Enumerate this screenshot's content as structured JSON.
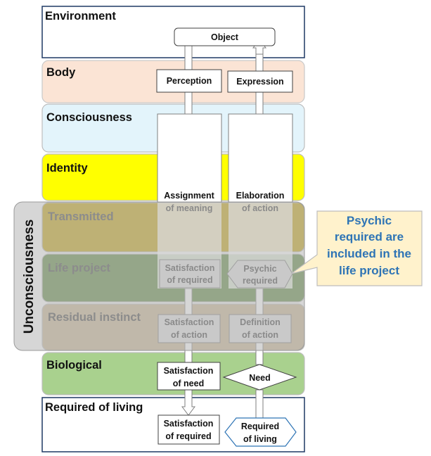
{
  "layers": {
    "environment": "Environment",
    "body": "Body",
    "consciousness": "Consciousness",
    "identity": "Identity",
    "transmitted": "Transmitted",
    "life_project": "Life project",
    "residual_instinct": "Residual instinct",
    "biological": "Biological",
    "required_of_living": "Required of living"
  },
  "side_label": "Unconsciousness",
  "boxes": {
    "object": "Object",
    "perception": "Perception",
    "expression": "Expression",
    "assignment_1": "Assignment",
    "assignment_2": "of meaning",
    "elaboration_1": "Elaboration",
    "elaboration_2": "of action",
    "sat_required_1": "Satisfaction",
    "sat_required_2": "of required",
    "psychic_req_1": "Psychic",
    "psychic_req_2": "required",
    "sat_action_1": "Satisfaction",
    "sat_action_2": "of action",
    "def_action_1": "Definition",
    "def_action_2": "of action",
    "sat_need_1": "Satisfaction",
    "sat_need_2": "of need",
    "need": "Need",
    "sat_req_bottom_1": "Satisfaction",
    "sat_req_bottom_2": "of required",
    "req_living_1": "Required",
    "req_living_2": "of living"
  },
  "callout": {
    "line1": "Psychic",
    "line2": "required are",
    "line3": "included in the",
    "line4": "life project"
  },
  "colors": {
    "environment": "#ffffff",
    "body": "#fbe4d5",
    "consciousness": "#e3f4fb",
    "identity": "#ffff00",
    "transmitted": "#bf9f00",
    "life_project": "#548235",
    "residual_instinct": "#c4b08c",
    "biological": "#a9d18e",
    "overlay": "#bdbdbd",
    "callout_bg": "#fff2cc",
    "callout_text": "#2e74b5",
    "border": "#1f3864"
  }
}
